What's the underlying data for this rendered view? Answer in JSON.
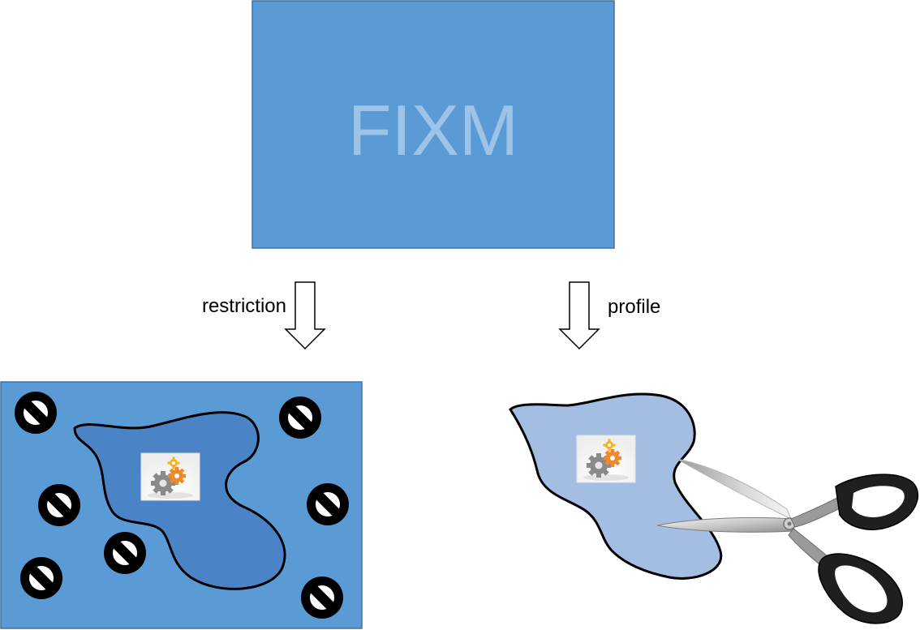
{
  "diagram": {
    "top_box_label": "FIXM",
    "left_arrow_label": "restriction",
    "right_arrow_label": "profile"
  },
  "colors": {
    "box_fill": "#5b9bd5",
    "box_stroke": "#41719c",
    "box_text": "#9dc3e6",
    "blob_restriction_fill": "#4a84c6",
    "blob_profile_fill": "#a3bde3",
    "outline": "#000000",
    "gear_orange": "#f0892b",
    "gear_yellow": "#f5b324",
    "gear_grey": "#8a8a8a"
  },
  "icons": {
    "prohibit": "no-entry-icon",
    "gears": "gears-icon",
    "scissors": "scissors-icon",
    "arrow": "down-arrow-icon"
  }
}
